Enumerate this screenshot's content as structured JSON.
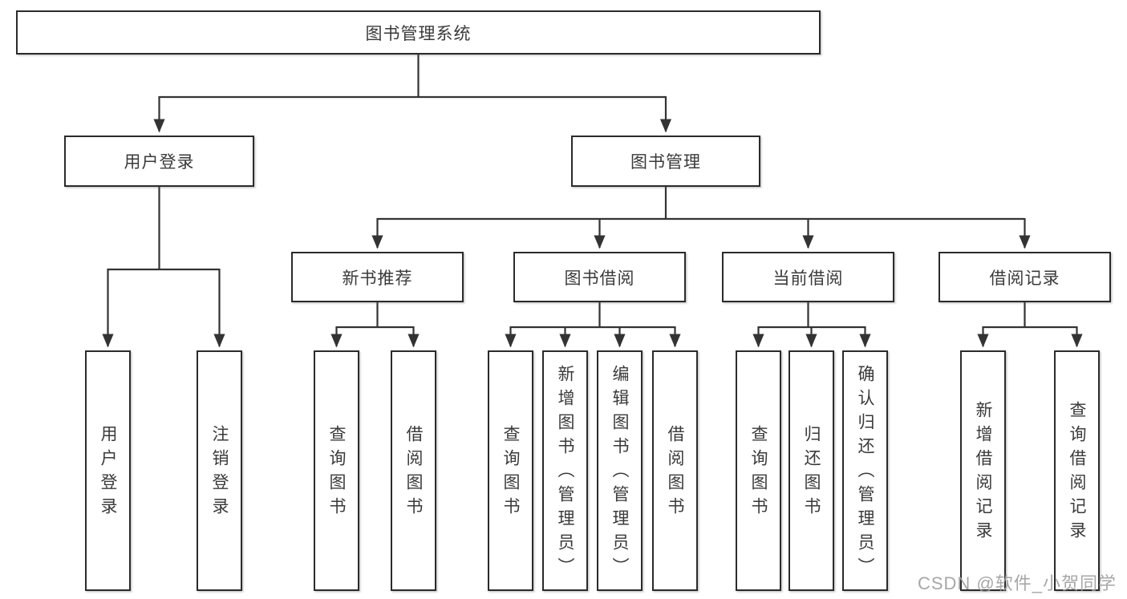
{
  "colors": {
    "line": "#333333",
    "box_border": "#2b2b2b",
    "text": "#3a3a3a",
    "watermark": "#9e9e9e",
    "background": "#ffffff"
  },
  "diagram": {
    "type": "hierarchy-tree",
    "root": {
      "label": "图书管理系统"
    },
    "children": [
      {
        "label": "用户登录",
        "children": [
          {
            "label": "用户登录"
          },
          {
            "label": "注销登录"
          }
        ]
      },
      {
        "label": "图书管理",
        "children": [
          {
            "label": "新书推荐",
            "children": [
              {
                "label": "查询图书"
              },
              {
                "label": "借阅图书"
              }
            ]
          },
          {
            "label": "图书借阅",
            "children": [
              {
                "label": "查询图书"
              },
              {
                "label": "新增图书（管理员）"
              },
              {
                "label": "编辑图书（管理员）"
              },
              {
                "label": "借阅图书"
              }
            ]
          },
          {
            "label": "当前借阅",
            "children": [
              {
                "label": "查询图书"
              },
              {
                "label": "归还图书"
              },
              {
                "label": "确认归还（管理员）"
              }
            ]
          },
          {
            "label": "借阅记录",
            "children": [
              {
                "label": "新增借阅记录"
              },
              {
                "label": "查询借阅记录"
              }
            ]
          }
        ]
      }
    ]
  },
  "watermark": {
    "text": "CSDN @软件_小贺同学"
  }
}
